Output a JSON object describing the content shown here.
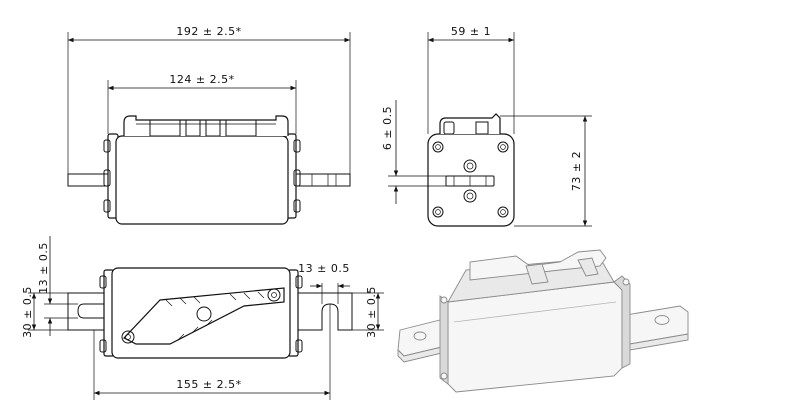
{
  "dimensions": {
    "overall_length": "192 ± 2.5*",
    "body_length": "124 ± 2.5*",
    "width": "59 ± 1",
    "height": "73 ± 2",
    "tab_offset": "6 ± 0.5",
    "slot_width": "13 ± 0.5",
    "blade_width_left": "30 ± 0.5",
    "slot_left": "13 ± 0.5",
    "blade_width_right": "30 ± 0.5",
    "mounting_length": "155 ± 2.5*"
  },
  "views": [
    "front-view",
    "side-view",
    "top-view",
    "isometric-view"
  ]
}
